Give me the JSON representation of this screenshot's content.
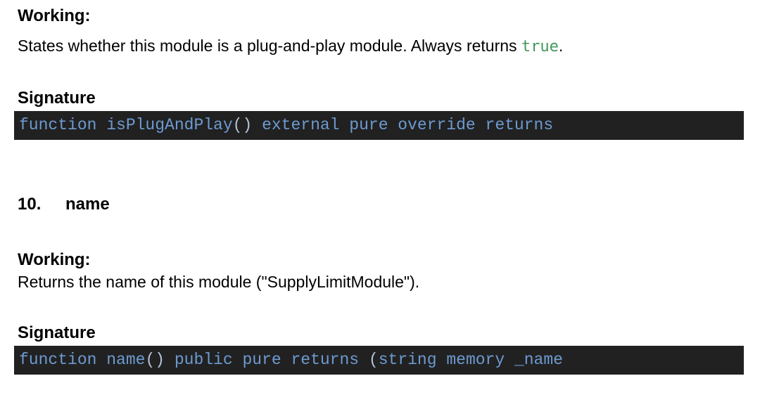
{
  "colors": {
    "code_background": "#212121",
    "code_text_blue": "#6d9ad1",
    "code_punctuation": "#b3c3d6",
    "inline_code_green": "#44985c",
    "body_text": "#000000",
    "page_background": "#ffffff"
  },
  "section_is_plug_and_play": {
    "working_label": "Working:",
    "description_prefix": "States whether this module is a plug-and-play module. Always returns ",
    "description_inline_code": "true",
    "description_suffix": ".",
    "signature_label": "Signature",
    "code_tokens": [
      {
        "text": "function isPlugAndPlay",
        "type": "ident"
      },
      {
        "text": "()",
        "type": "punct"
      },
      {
        "text": " external pure override returns",
        "type": "ident"
      }
    ]
  },
  "section_name": {
    "number": "10.",
    "title": "name",
    "working_label": "Working:",
    "description": "Returns the name of this module (\"SupplyLimitModule\").",
    "signature_label": "Signature",
    "code_tokens": [
      {
        "text": "function name",
        "type": "ident"
      },
      {
        "text": "()",
        "type": "punct"
      },
      {
        "text": " public pure returns ",
        "type": "ident"
      },
      {
        "text": "(",
        "type": "punct"
      },
      {
        "text": "string memory _name",
        "type": "ident"
      }
    ]
  }
}
